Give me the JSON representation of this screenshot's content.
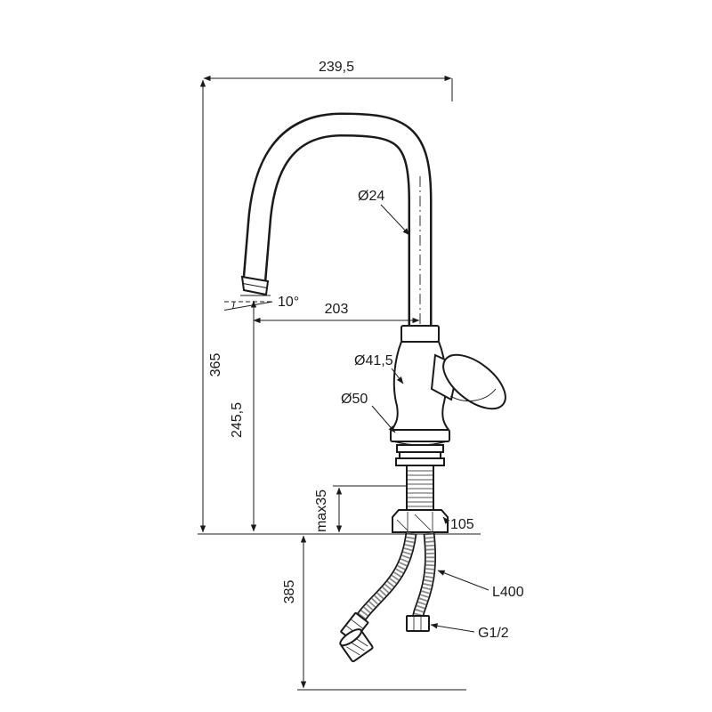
{
  "drawing": {
    "colors": {
      "line": "#1a1a1a",
      "background": "#ffffff",
      "braid": "#8a8a8a"
    },
    "dimensions": {
      "overall_reach": "239,5",
      "spout_tube_diameter": "Ø24",
      "outlet_angle": "10°",
      "outlet_reach": "203",
      "overall_height": "365",
      "outlet_height": "245,5",
      "body_diameter": "Ø41,5",
      "base_diameter": "Ø50",
      "max_deck_thickness": "max35",
      "shank_length": "105",
      "below_deck_clearance": "385",
      "hose_length": "L400",
      "connection_thread": "G1/2"
    }
  }
}
